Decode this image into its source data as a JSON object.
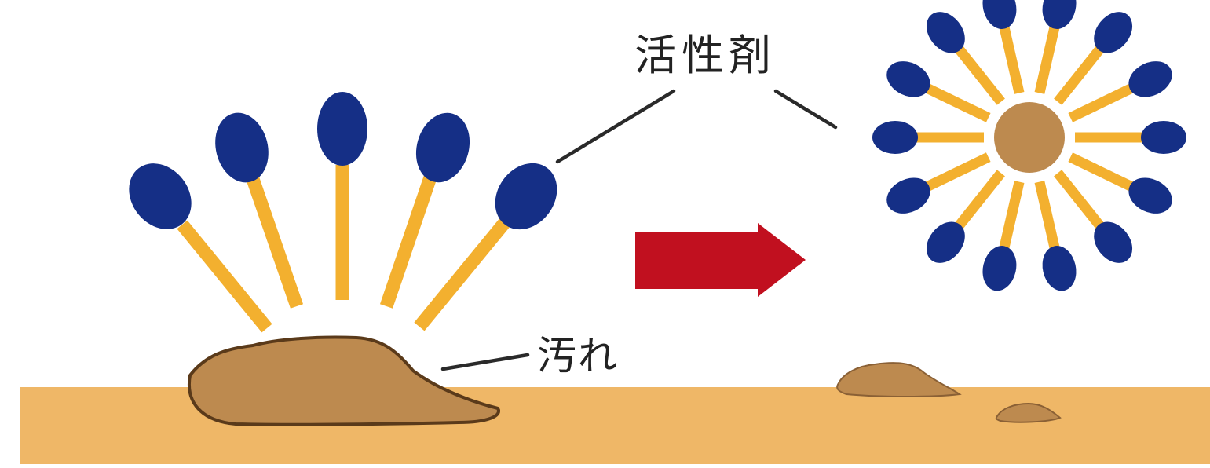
{
  "labels": {
    "surfactant": "活性剤",
    "dirt": "汚れ"
  },
  "colors": {
    "background": "#ffffff",
    "surface": "#efb767",
    "dirt_fill": "#bd8a4f",
    "dirt_outline": "#5a3a1a",
    "molecule_head": "#152f86",
    "molecule_tail": "#f3b02f",
    "arrow": "#c1101f",
    "leader_line": "#2a2a2a"
  },
  "diagram": {
    "before": {
      "adsorbed_molecule_count": 5,
      "description_icon": "surfactant-molecules-on-dirt"
    },
    "transition_icon": "right-arrow-icon",
    "after": {
      "micelle_molecule_count": 14,
      "remaining_dirt_fragments": 2
    }
  }
}
